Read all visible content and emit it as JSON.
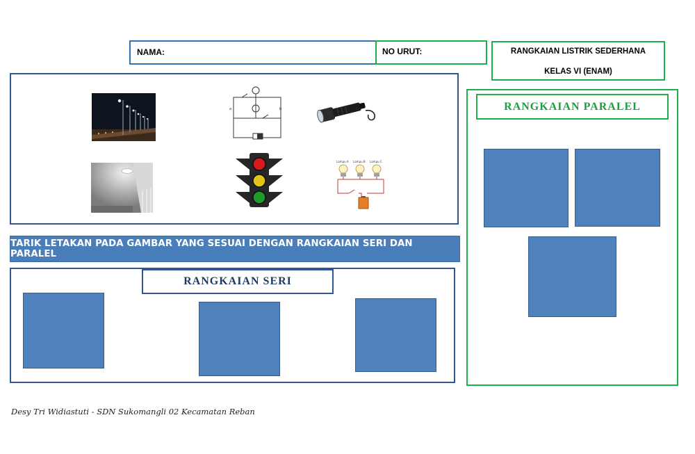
{
  "header": {
    "nama_label": "NAMA:",
    "no_urut_label": "NO URUT:",
    "title_line1": "RANGKAIAN LISTRIK SEDERHANA",
    "title_line2": "KELAS VI (ENAM)"
  },
  "images": {
    "items": [
      {
        "icon": "street-lights-image"
      },
      {
        "icon": "circuit-diagram-image"
      },
      {
        "icon": "flashlight-image"
      },
      {
        "icon": "ceiling-lamp-image"
      },
      {
        "icon": "traffic-light-image"
      },
      {
        "icon": "lamp-circuit-image"
      }
    ],
    "circuit_labels": {
      "lamp_a": "Lampu A",
      "lamp_b": "Lampu B",
      "lamp_c": "Lampu C"
    }
  },
  "instruction": "TARIK LETAKAN PADA GAMBAR YANG SESUAI DENGAN RANGKAIAN SERI DAN PARALEL",
  "seri": {
    "title": "RANGKAIAN SERI",
    "slots": 3
  },
  "paralel": {
    "title": "RANGKAIAN PARALEL",
    "slots": 3
  },
  "footer": "Desy Tri Widiastuti - SDN Sukomangli 02 Kecamatan Reban",
  "colors": {
    "box_fill": "#4f81bd",
    "blue_border": "#2f5597",
    "green_border": "#1fae4b",
    "title_green": "#1a9e3f",
    "title_navy": "#1f3864"
  }
}
